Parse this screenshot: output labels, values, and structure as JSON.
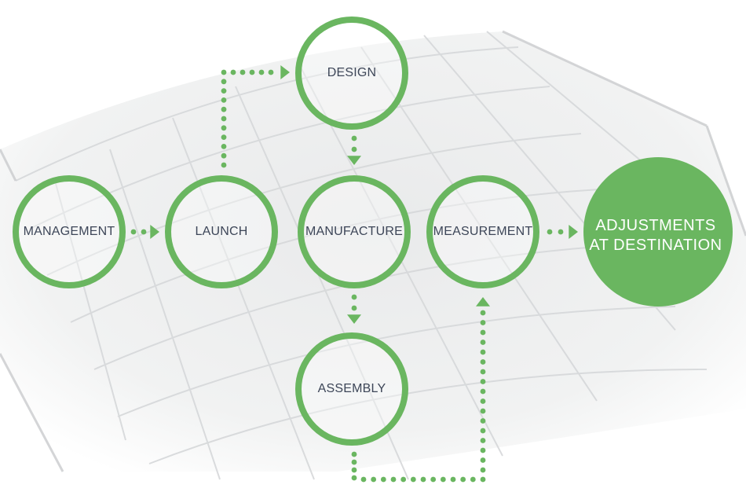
{
  "colors": {
    "accent": "#6ab660",
    "node_text": "#3d4658",
    "final_text": "#ffffff"
  },
  "nodes": {
    "management": {
      "label": "MANAGEMENT"
    },
    "launch": {
      "label": "LAUNCH"
    },
    "design": {
      "label": "DESIGN"
    },
    "manufacture": {
      "label": "MANUFACTURE"
    },
    "measurement": {
      "label": "MEASUREMENT"
    },
    "assembly": {
      "label": "ASSEMBLY"
    },
    "adjustments": {
      "label": "ADJUSTMENTS AT DESTINATION"
    }
  },
  "edges": [
    {
      "from": "management",
      "to": "launch"
    },
    {
      "from": "launch",
      "to": "design"
    },
    {
      "from": "design",
      "to": "manufacture"
    },
    {
      "from": "manufacture",
      "to": "assembly"
    },
    {
      "from": "assembly",
      "to": "measurement"
    },
    {
      "from": "measurement",
      "to": "adjustments"
    }
  ]
}
